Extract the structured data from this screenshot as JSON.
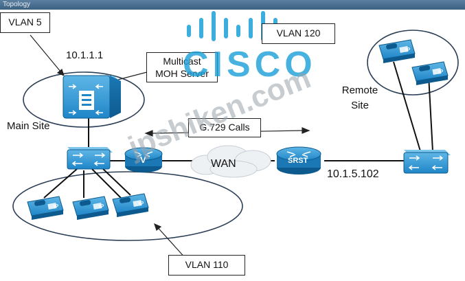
{
  "window": {
    "title": "Topology"
  },
  "labels": {
    "vlan5": "VLAN 5",
    "vlan120": "VLAN 120",
    "vlan110": "VLAN 110",
    "ip_main": "10.1.1.1",
    "moh_line1": "Multicast",
    "moh_line2": "MOH Server",
    "main_site": "Main Site",
    "remote_line1": "Remote",
    "remote_line2": "Site",
    "g729": "G.729 Calls",
    "wan": "WAN",
    "srst_ip": "10.1.5.102",
    "srst": "SRST",
    "router_v": "V",
    "phone_ip": "IP"
  },
  "watermark": {
    "logo": "CISCO",
    "site": "jpshiken.com"
  },
  "colors": {
    "device_blue": "#1f86c8",
    "device_dark": "#0d5f96",
    "cisco_blue": "#1aa0d8",
    "watermark": "#9aa4ac"
  }
}
